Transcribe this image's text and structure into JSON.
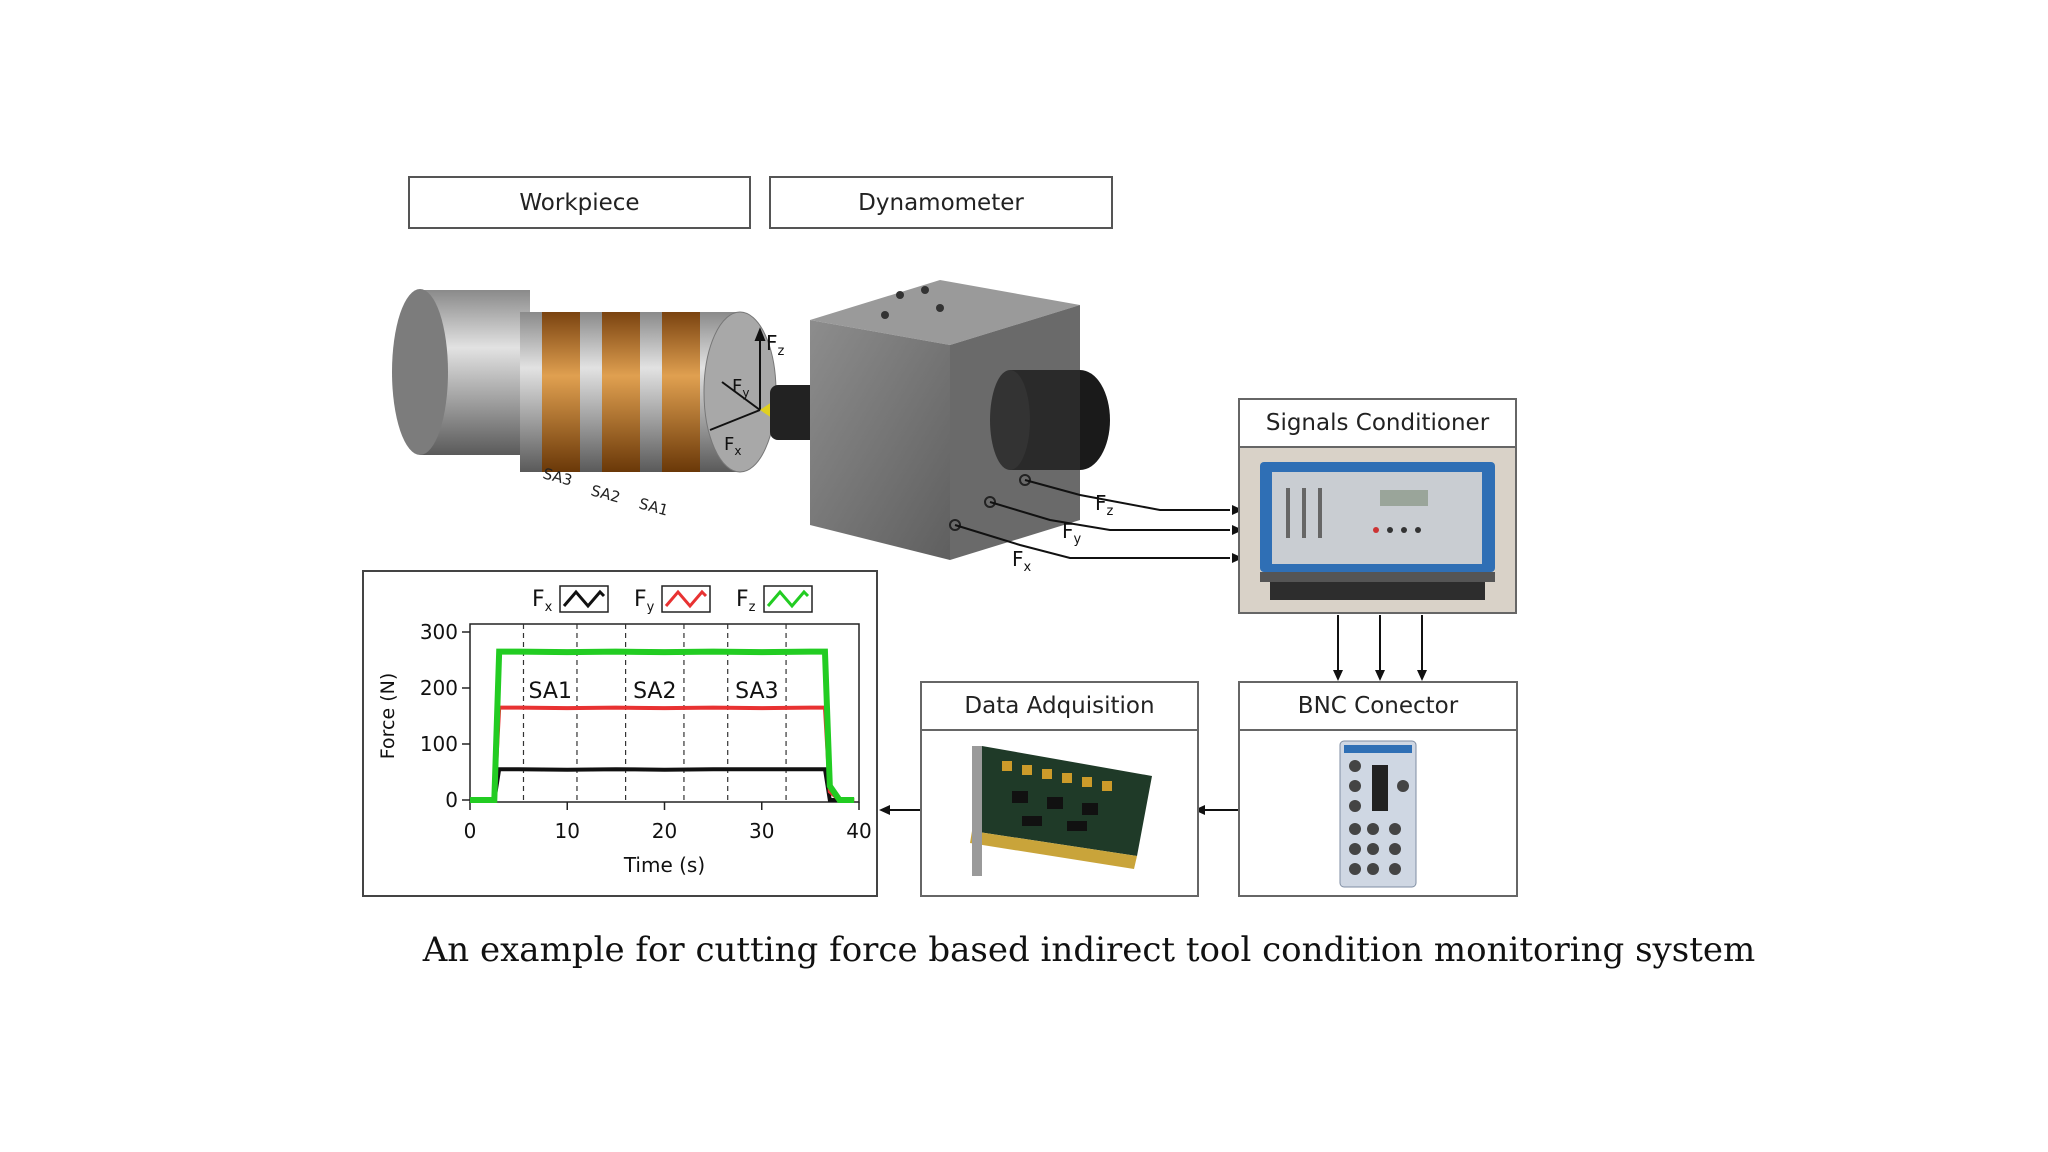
{
  "labels": {
    "workpiece": "Workpiece",
    "dynamometer": "Dynamometer",
    "signals_conditioner": "Signals Conditioner",
    "bnc_connector": "BNC Conector",
    "data_acquisition": "Data Adquisition"
  },
  "force_labels": {
    "fz": "F",
    "fz_sub": "z",
    "fy": "F",
    "fy_sub": "y",
    "fx": "F",
    "fx_sub": "x"
  },
  "sensor_areas": [
    "SA3",
    "SA2",
    "SA1"
  ],
  "caption": "An example for cutting force based indirect tool condition monitoring system",
  "colors": {
    "fx": "#111111",
    "fy": "#e83232",
    "fz": "#22cc22",
    "conditioner_blue": "#2f6fb5",
    "copper": "#c47a2a"
  },
  "chart_data": {
    "type": "line",
    "xlabel": "Time (s)",
    "ylabel": "Force (N)",
    "xlim": [
      0,
      40
    ],
    "ylim": [
      0,
      300
    ],
    "x_ticks": [
      0,
      10,
      20,
      30,
      40
    ],
    "y_ticks": [
      0,
      100,
      200,
      300
    ],
    "legend": [
      "Fx",
      "Fy",
      "Fz"
    ],
    "legend_placement": "top",
    "region_labels": [
      "SA1",
      "SA2",
      "SA3"
    ],
    "region_boundaries": [
      5.5,
      11,
      16,
      22,
      26.5,
      32.5
    ],
    "series": [
      {
        "name": "Fx",
        "x": [
          0,
          2.5,
          3,
          5,
          10,
          15,
          20,
          25,
          30,
          35,
          36.5,
          37,
          38,
          39.5
        ],
        "y": [
          0,
          0,
          55,
          55,
          54,
          55,
          54,
          55,
          55,
          55,
          55,
          0,
          0,
          0
        ]
      },
      {
        "name": "Fy",
        "x": [
          0,
          2.5,
          3,
          5,
          10,
          15,
          20,
          25,
          30,
          35,
          36.5,
          37,
          38,
          39.5
        ],
        "y": [
          0,
          0,
          165,
          165,
          164,
          165,
          164,
          165,
          164,
          165,
          165,
          15,
          0,
          0
        ]
      },
      {
        "name": "Fz",
        "x": [
          0,
          2.5,
          3,
          5,
          10,
          15,
          20,
          25,
          30,
          35,
          36.5,
          37,
          38,
          39.5
        ],
        "y": [
          0,
          0,
          265,
          265,
          264,
          265,
          264,
          265,
          264,
          265,
          265,
          25,
          0,
          0
        ]
      }
    ]
  }
}
